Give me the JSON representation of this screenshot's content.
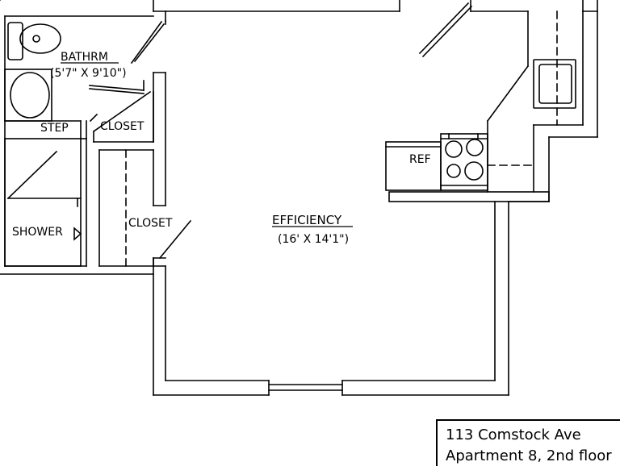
{
  "rooms": {
    "bathroom": {
      "name": "BATHRM",
      "dimensions": "(5'7\" X 9'10\")"
    },
    "step": {
      "name": "STEP"
    },
    "closet_upper": {
      "name": "CLOSET"
    },
    "closet_lower": {
      "name": "CLOSET"
    },
    "shower": {
      "name": "SHOWER"
    },
    "refrigerator": {
      "name": "REF"
    },
    "efficiency": {
      "name": "EFFICIENCY",
      "dimensions": "(16' X 14'1\")"
    }
  },
  "title_block": {
    "address": "113 Comstock Ave",
    "unit": "Apartment 8, 2nd floor"
  }
}
